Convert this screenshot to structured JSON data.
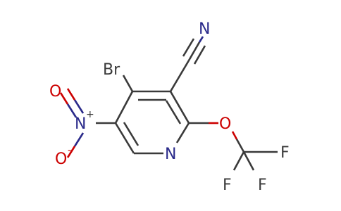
{
  "molecule": {
    "atoms": {
      "br": "Br",
      "n_nitrile": "N",
      "n_ring": "N",
      "n_nitro": "N",
      "nitro_charge_plus": "+",
      "o_nitro_top": "O",
      "o_nitro_bottom": "O",
      "nitro_charge_minus": "-",
      "o_ether": "O",
      "f1": "F",
      "f2": "F",
      "f3": "F"
    }
  }
}
